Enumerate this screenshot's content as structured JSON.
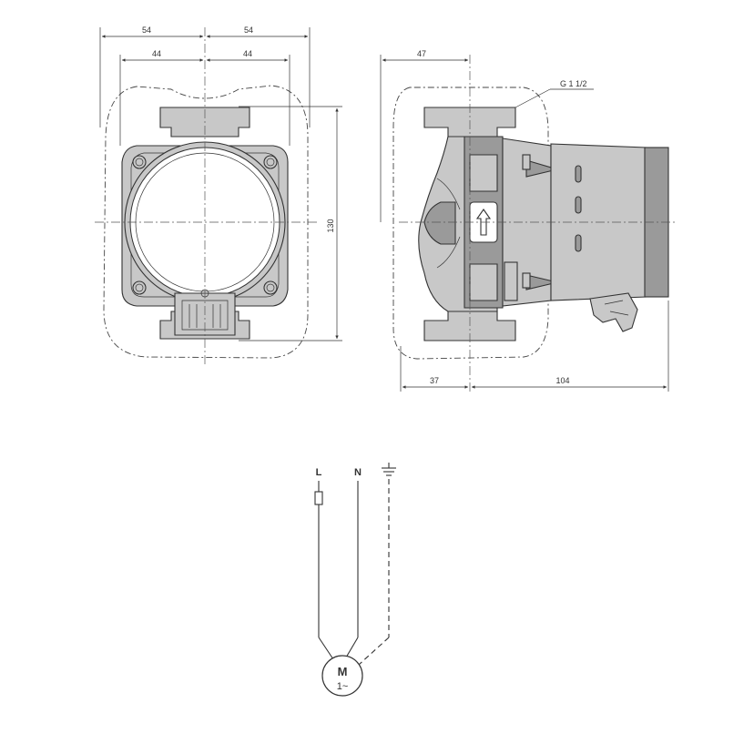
{
  "dimensions": {
    "front_outer_left": "54",
    "front_outer_right": "54",
    "front_inner_left": "44",
    "front_inner_right": "44",
    "front_height": "130",
    "side_top": "47",
    "side_bottom_left": "37",
    "side_bottom_right": "104",
    "thread": "G 1 1/2"
  },
  "wiring": {
    "line_label": "L",
    "neutral_label": "N",
    "motor_label": "M",
    "motor_phase": "1~"
  },
  "colors": {
    "part_fill": "#c8c8c8",
    "part_dark": "#9a9a9a",
    "stroke": "#333333"
  }
}
